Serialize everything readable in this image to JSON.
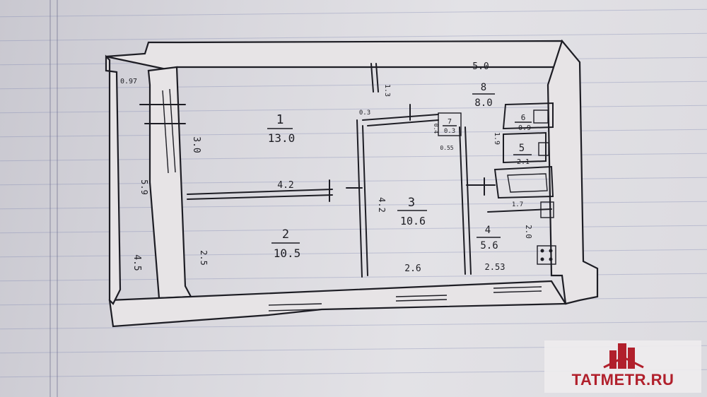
{
  "rooms": [
    {
      "number": "1",
      "area": "13.0"
    },
    {
      "number": "2",
      "area": "10.5"
    },
    {
      "number": "3",
      "area": "10.6"
    },
    {
      "number": "4",
      "area": "5.6"
    },
    {
      "number": "5",
      "area": "2.1"
    },
    {
      "number": "6",
      "area": "0.9"
    },
    {
      "number": "7",
      "area": "0.3"
    },
    {
      "number": "8",
      "area": "8.0"
    }
  ],
  "dimensions": {
    "corridor_top": "5.0",
    "balcony_width": "0.97",
    "room1_height": "3.0",
    "room1_width": "4.2",
    "room2_height": "2.5",
    "outer_height": "5.9",
    "balcony_length": "4.5",
    "room3_height": "4.2",
    "room3_width": "2.6",
    "kitchen_width": "2.53",
    "kitchen_height": "2.0",
    "bath_dim": "1.7",
    "hall_dim": "1.9",
    "small_wall_a": "0.3",
    "small_wall_b": "0.4",
    "small_wall_c": "0.55",
    "corridor_side": "1.3"
  },
  "watermark": {
    "text": "TATMETR.RU",
    "color": "#b1202c"
  }
}
